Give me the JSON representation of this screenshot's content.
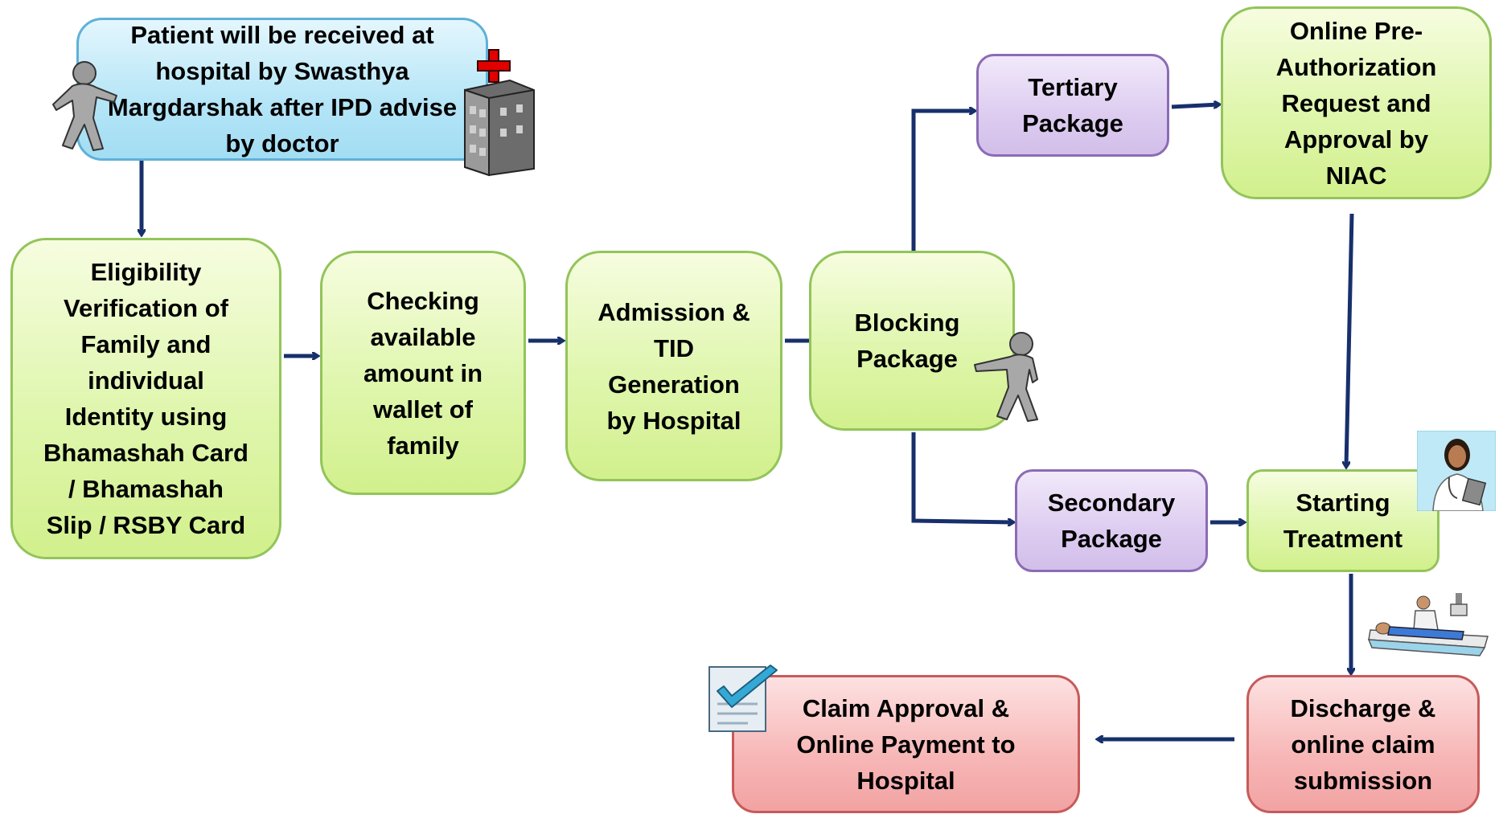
{
  "diagram": {
    "nodes": [
      {
        "id": "patient-received",
        "text": "Patient will be received at\nhospital by Swasthya\nMargdarshak after IPD advise\nby doctor"
      },
      {
        "id": "eligibility-verification",
        "text": "Eligibility\nVerification of\nFamily and\nindividual\nIdentity using\nBhamashah Card\n/ Bhamashah\nSlip / RSBY Card"
      },
      {
        "id": "checking-wallet",
        "text": "Checking\navailable\namount in\nwallet of\nfamily"
      },
      {
        "id": "admission-tid",
        "text": "Admission &\nTID\nGeneration\nby Hospital"
      },
      {
        "id": "blocking-package",
        "text": "Blocking\nPackage"
      },
      {
        "id": "tertiary-package",
        "text": "Tertiary\nPackage"
      },
      {
        "id": "pre-authorization",
        "text": "Online Pre-\nAuthorization\nRequest and\nApproval  by\nNIAC"
      },
      {
        "id": "secondary-package",
        "text": "Secondary\nPackage"
      },
      {
        "id": "starting-treatment",
        "text": "Starting\nTreatment"
      },
      {
        "id": "discharge-claim",
        "text": "Discharge &\nonline claim\nsubmission"
      },
      {
        "id": "claim-approval",
        "text": "Claim Approval &\nOnline Payment to\nHospital"
      }
    ],
    "colors": {
      "arrow": "#17306b",
      "green_fill": "#d8f39c",
      "green_border": "#93c45a",
      "blue_fill": "#aee2f5",
      "purple_fill": "#d9c7ee",
      "red_fill": "#f5adad"
    },
    "icons": [
      "walking-person-icon",
      "hospital-building-icon",
      "doctor-icon",
      "patient-bed-icon",
      "checklist-icon"
    ]
  }
}
